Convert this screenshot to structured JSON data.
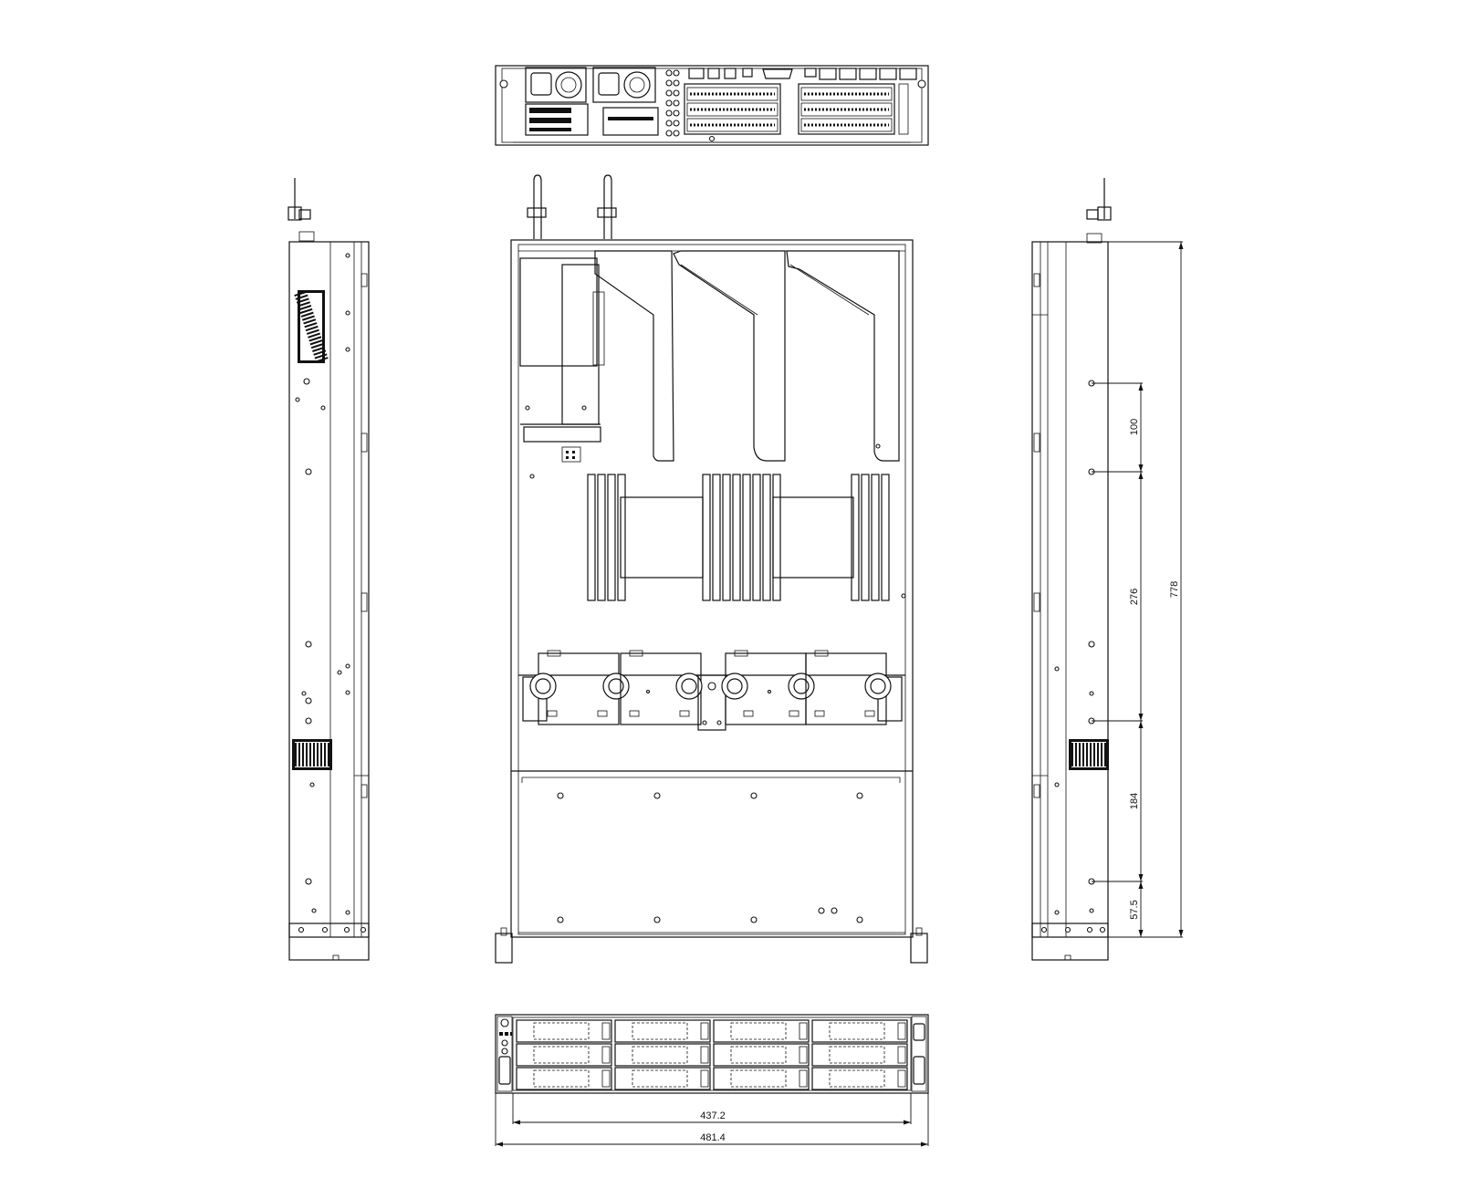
{
  "dimensions": {
    "front_inner_width": "437.2",
    "front_outer_width": "481.4",
    "depth_total": "778",
    "hole_spacing_1": "100",
    "hole_spacing_2": "276",
    "hole_spacing_3": "184",
    "hole_offset_front": "57.5"
  },
  "colors": {
    "line": "#111111",
    "background": "#ffffff"
  }
}
